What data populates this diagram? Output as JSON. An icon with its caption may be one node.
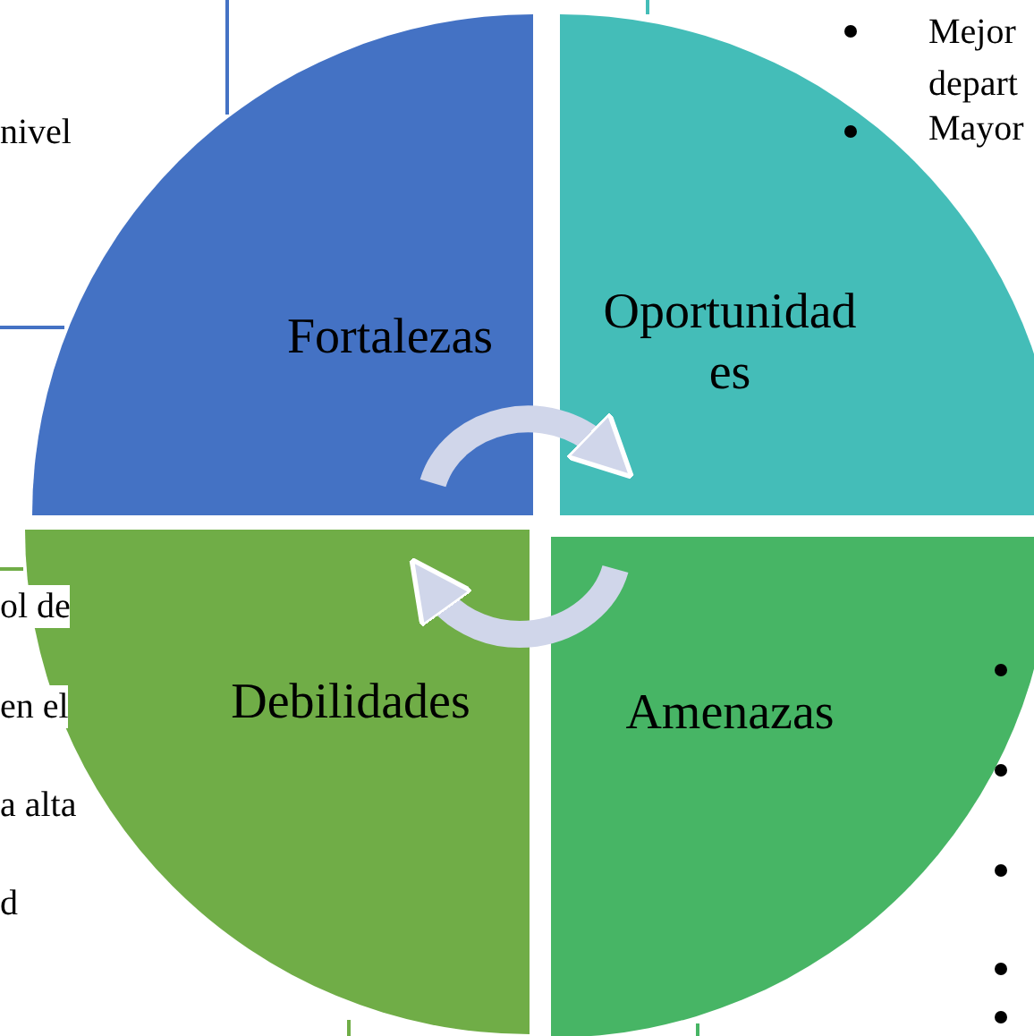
{
  "diagram": {
    "nodes": [
      {
        "text": [
          "Fortalezas"
        ]
      },
      {
        "text": [
          "Oportunidad es"
        ]
      },
      {
        "text": [
          "Debilidades"
        ]
      },
      {
        "text": [
          "Amenazas"
        ]
      }
    ],
    "edges": [
      {
        "from": 0,
        "to": 1,
        "arrow": "to"
      },
      {
        "from": 3,
        "to": 2,
        "arrow": "to"
      }
    ],
    "labels": [
      "nivel",
      "Mejor depart",
      "Mayor",
      "ol de",
      "en el",
      "a alta",
      "d"
    ]
  }
}
